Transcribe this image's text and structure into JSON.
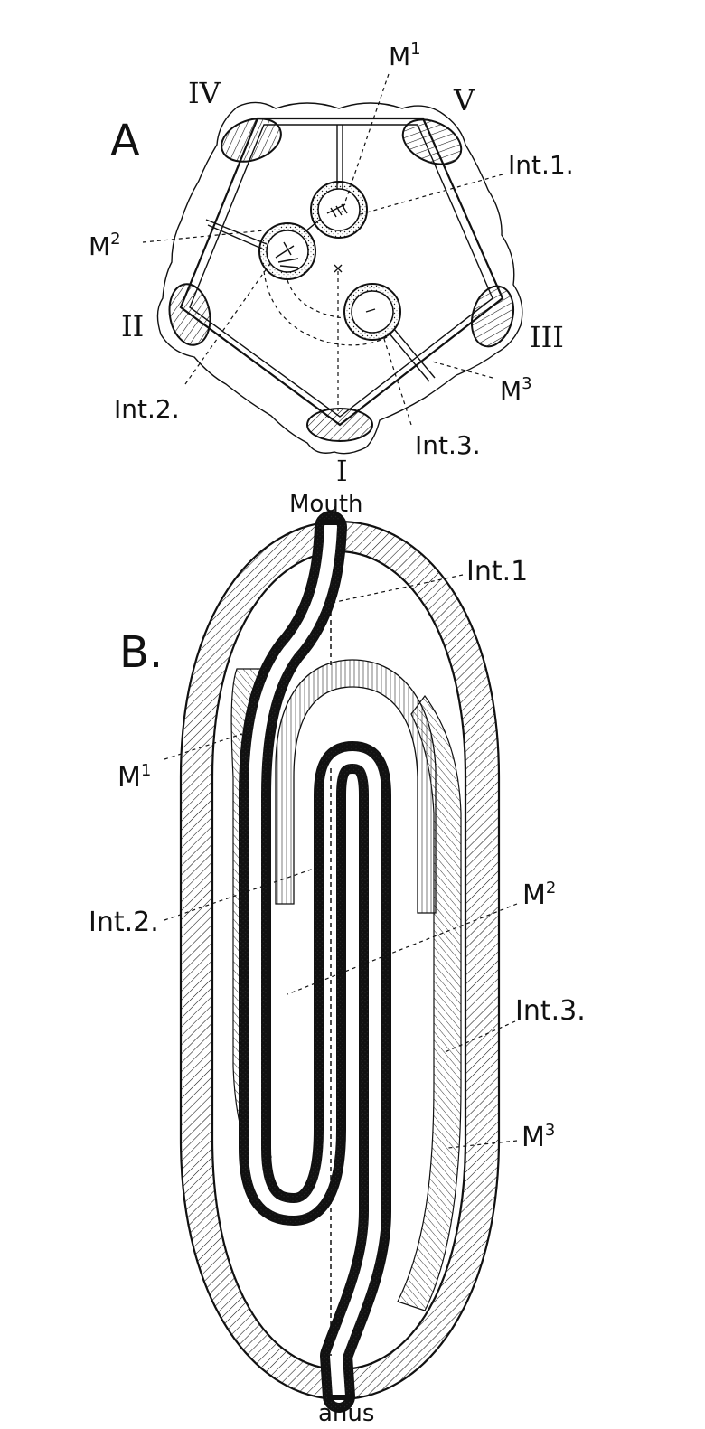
{
  "figure_a": {
    "letter": "A",
    "radial_labels": {
      "I": "I",
      "II": "II",
      "III": "III",
      "IV": "IV",
      "V": "V"
    },
    "labels": {
      "m1": "M",
      "m1_sup": "1",
      "m2": "M",
      "m2_sup": "2",
      "m3": "M",
      "m3_sup": "3",
      "int1": "Int.1.",
      "int2": "Int.2.",
      "int3": "Int.3."
    }
  },
  "figure_b": {
    "letter": "B.",
    "labels": {
      "mouth": "Mouth",
      "anus": "anus",
      "int1": "Int.1",
      "int2": "Int.2.",
      "int3": "Int.3.",
      "m1": "M",
      "m1_sup": "1",
      "m2": "M",
      "m2_sup": "2",
      "m3": "M",
      "m3_sup": "3"
    }
  }
}
